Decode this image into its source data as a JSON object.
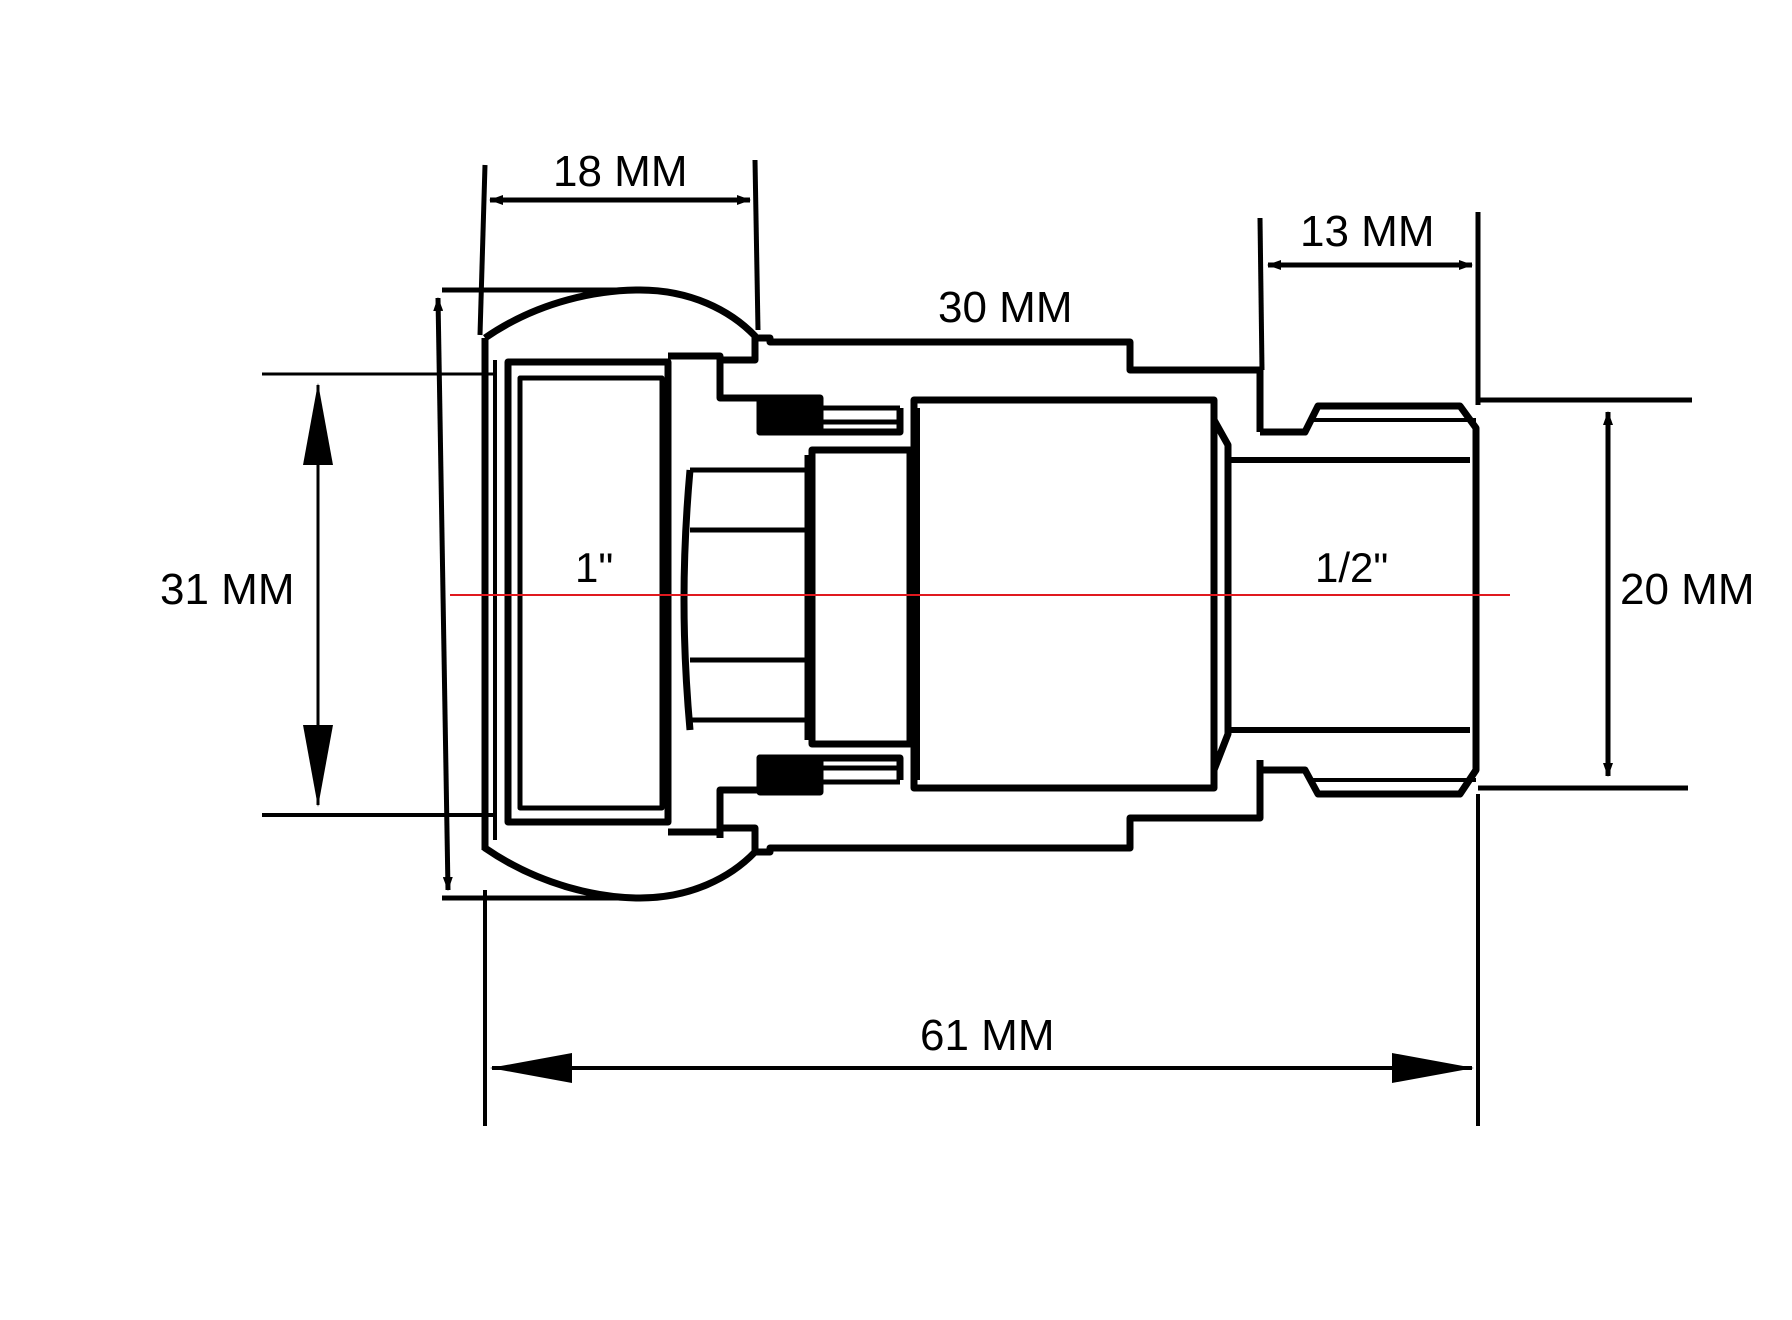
{
  "drawing": {
    "line_color": "#000000",
    "axis_color": "#e0191f",
    "background": "#ffffff",
    "dimensions": {
      "nut_length": "18 MM",
      "thread_length": "13 MM",
      "body_length": "30 MM",
      "overall_length": "61 MM",
      "inlet_diameter": "31 MM",
      "outlet_diameter": "20 MM"
    },
    "thread_sizes": {
      "inlet": "1\"",
      "outlet": "1/2\""
    }
  }
}
